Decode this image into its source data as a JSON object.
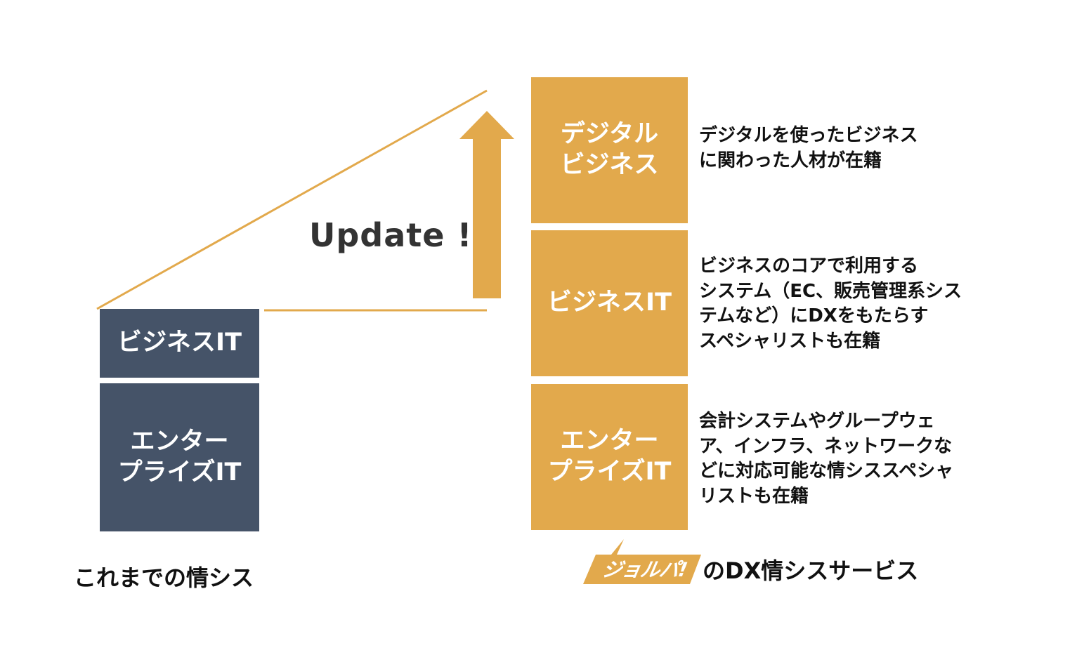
{
  "left_stack": {
    "top_label": "ビジネスIT",
    "bottom_label": "エンター\nプライズIT",
    "caption": "これまでの情シス"
  },
  "update_label": "Update !",
  "right_stack": {
    "top_label": "デジタル\nビジネス",
    "middle_label": "ビジネスIT",
    "bottom_label": "エンター\nプライズIT"
  },
  "descriptions": {
    "digital": "デジタルを使ったビジネス\nに関わった人材が在籍",
    "business_it": "ビジネスのコアで利用する\nシステム（EC、販売管理系シス\nテムなど）にDXをもたらす\nスペシャリストも在籍",
    "enterprise_it": "会計システムやグループウェ\nア、インフラ、ネットワークな\nどに対応可能な情シススペシャ\nリストも在籍"
  },
  "brand": {
    "logo_text": "ジョルパ!",
    "service_suffix": "のDX情シスサービス"
  },
  "colors": {
    "navy": "#455368",
    "gold": "#E2A94C",
    "line": "#E2A94C"
  }
}
